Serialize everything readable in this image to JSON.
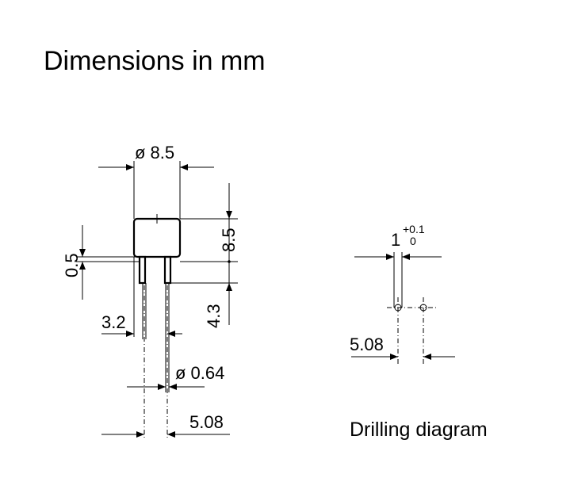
{
  "title": "Dimensions in mm",
  "drilling_caption": "Drilling diagram",
  "dimensions": {
    "body_diameter": "ø 8.5",
    "body_height": "8.5",
    "standoff": "0.5",
    "lead_exposed": "4.3",
    "lead_offset": "3.2",
    "lead_diameter": "ø 0.64",
    "lead_spacing": "5.08"
  },
  "drilling": {
    "hole_diameter": "1",
    "tolerance_upper": "+0.1",
    "tolerance_lower": "0",
    "hole_spacing": "5.08"
  }
}
